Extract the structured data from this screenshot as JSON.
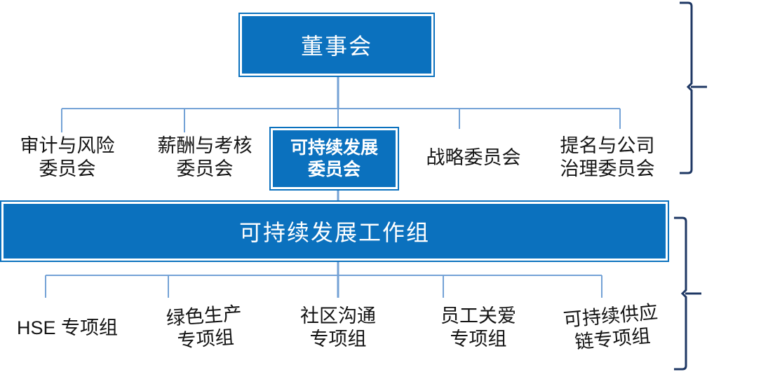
{
  "colors": {
    "box_blue": "#0B71BE",
    "connector_blue": "#74A2D6",
    "brace_navy": "#1F3864",
    "label_text": "#141414"
  },
  "board": {
    "label": "董事会"
  },
  "committees": {
    "audit_risk": {
      "line1": "审计与风险",
      "line2": "委员会"
    },
    "remuneration": {
      "line1": "薪酬与考核",
      "line2": "委员会"
    },
    "sustainability": {
      "line1": "可持续发展",
      "line2": "委员会"
    },
    "strategy": {
      "line1": "战略委员会"
    },
    "nomination": {
      "line1": "提名与公司",
      "line2": "治理委员会"
    }
  },
  "working_group": {
    "label": "可持续发展工作组"
  },
  "task_forces": {
    "hse": {
      "line1": "HSE 专项组"
    },
    "green_production": {
      "line1": "绿色生产",
      "line2": "专项组"
    },
    "community": {
      "line1": "社区沟通",
      "line2": "专项组"
    },
    "employee_care": {
      "line1": "员工关爱",
      "line2": "专项组"
    },
    "supply_chain": {
      "line1": "可持续供应",
      "line2": "链专项组"
    }
  }
}
